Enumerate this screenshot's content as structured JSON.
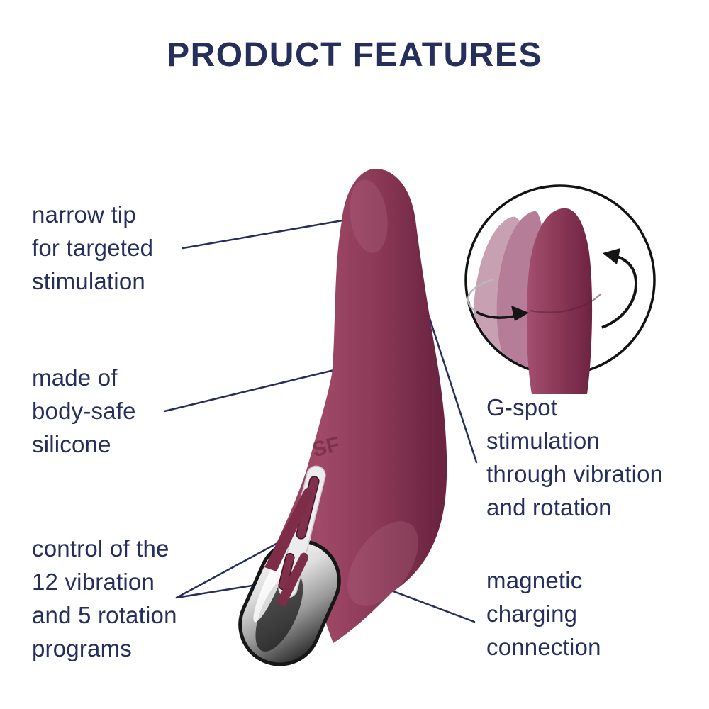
{
  "title": "PRODUCT FEATURES",
  "colors": {
    "text_navy": "#262e5c",
    "callout_line": "#262e5c",
    "body_burgundy": "#8c3a57",
    "body_burgundy_dark": "#6c2440",
    "body_burgundy_light": "#a04a68",
    "ghost_pink_light": "#c7a0b2",
    "ghost_pink_mid": "#b57d98",
    "chrome_dark": "#171717",
    "background": "#ffffff"
  },
  "product": {
    "brand_mark": "SF"
  },
  "icons": {
    "rotation_arrow": "circular-arrow"
  },
  "features": [
    {
      "id": "narrow-tip",
      "lines": [
        "narrow tip",
        "for targeted",
        "stimulation"
      ]
    },
    {
      "id": "body-safe-silicone",
      "lines": [
        "made of",
        "body-safe",
        "silicone"
      ]
    },
    {
      "id": "vibration-programs",
      "lines": [
        "control of the",
        "12 vibration",
        "and 5 rotation",
        "programs"
      ]
    },
    {
      "id": "g-spot-stimulation",
      "lines": [
        "G-spot",
        "stimulation",
        "through vibration",
        "and rotation"
      ]
    },
    {
      "id": "magnetic-charging",
      "lines": [
        "magnetic",
        "charging",
        "connection"
      ]
    }
  ]
}
